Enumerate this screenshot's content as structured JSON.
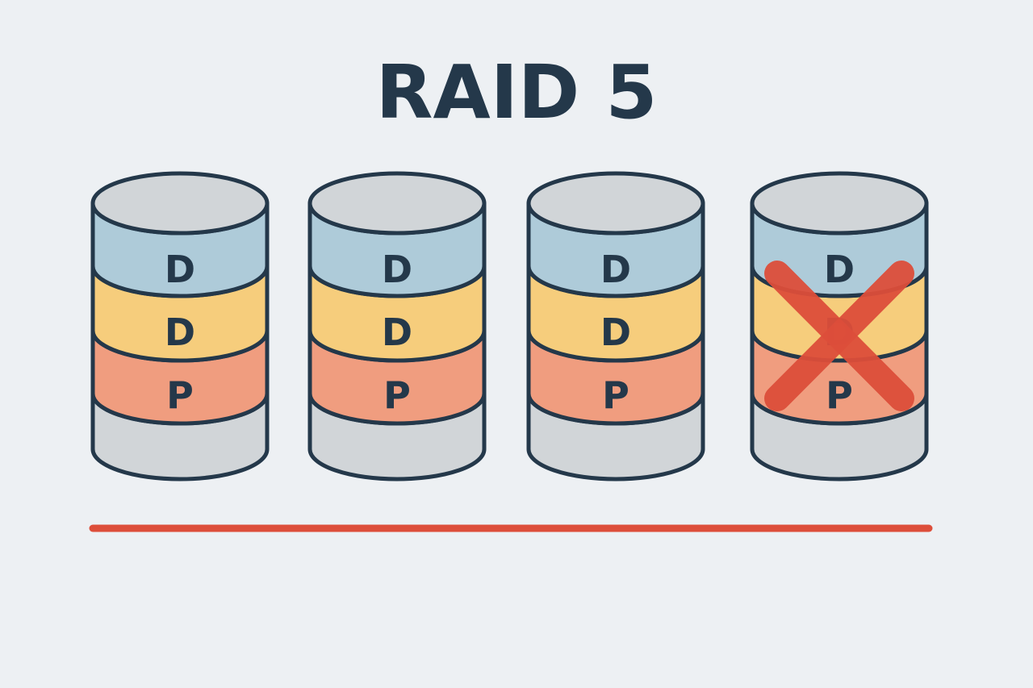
{
  "title": "RAID 5",
  "colors": {
    "background": "#edf0f3",
    "outline": "#24384a",
    "disk_body": "#d1d5d8",
    "data_blue": "#aecbd9",
    "data_yellow": "#f6cd7c",
    "parity_orange": "#f09d7f",
    "failure": "#dd4e3a",
    "baseline": "#dd4e3a"
  },
  "disks": [
    {
      "failed": false,
      "stripes": [
        {
          "label": "D",
          "fill": "#aecbd9"
        },
        {
          "label": "D",
          "fill": "#f6cd7c"
        },
        {
          "label": "P",
          "fill": "#f09d7f"
        }
      ]
    },
    {
      "failed": false,
      "stripes": [
        {
          "label": "D",
          "fill": "#aecbd9"
        },
        {
          "label": "D",
          "fill": "#f6cd7c"
        },
        {
          "label": "P",
          "fill": "#f09d7f"
        }
      ]
    },
    {
      "failed": false,
      "stripes": [
        {
          "label": "D",
          "fill": "#aecbd9"
        },
        {
          "label": "D",
          "fill": "#f6cd7c"
        },
        {
          "label": "P",
          "fill": "#f09d7f"
        }
      ]
    },
    {
      "failed": true,
      "failure_icon": "x-mark-icon",
      "stripes": [
        {
          "label": "D",
          "fill": "#aecbd9"
        },
        {
          "label": "D",
          "fill": "#f6cd7c"
        },
        {
          "label": "P",
          "fill": "#f09d7f"
        }
      ]
    }
  ]
}
